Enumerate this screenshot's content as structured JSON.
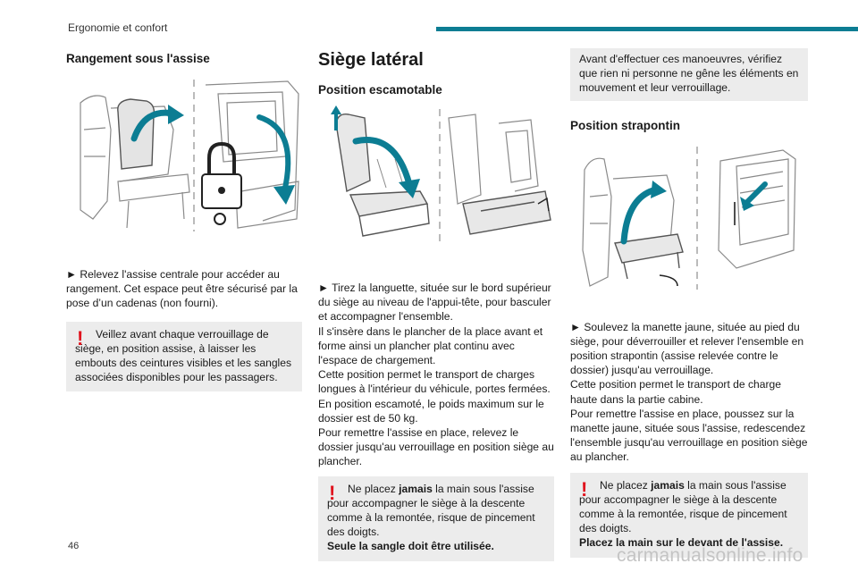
{
  "header": {
    "section": "Ergonomie et confort",
    "accent_color": "#0c7d93"
  },
  "col1": {
    "title": "Rangement sous l'assise",
    "para": "► Relevez l'assise centrale pour accéder au rangement. Cet espace peut être sécurisé par la pose d’un cadenas (non fourni).",
    "warning": "Veillez avant chaque verrouillage de siège, en position assise, à laisser les embouts des ceintures visibles et les sangles associées disponibles pour les passagers."
  },
  "col2": {
    "title": "Siège latéral",
    "subtitle": "Position escamotable",
    "para": "► Tirez la languette, située sur le bord supérieur du siège au niveau de l'appui-tête, pour basculer et accompagner l'ensemble.\nIl s'insère dans le plancher de la place avant et forme ainsi un plancher plat continu avec l'espace de chargement.\nCette position permet le transport de charges longues à l'intérieur du véhicule, portes fermées.\nEn position escamoté, le poids maximum sur le dossier est de 50 kg.\nPour remettre l'assise en place, relevez le dossier jusqu'au verrouillage en position siège au plancher.",
    "warning_pre": "Ne placez ",
    "warning_bold": "jamais",
    "warning_post": " la main sous l'assise pour accompagner le siège à la descente comme à la remontée, risque de pincement des doigts.",
    "warning_final": "Seule la sangle doit être utilisée."
  },
  "col3": {
    "note": "Avant d'effectuer ces manoeuvres, vérifiez que rien ni personne ne gêne les éléments en mouvement et leur verrouillage.",
    "subtitle": "Position strapontin",
    "para": "► Soulevez la manette jaune, située au pied du siège, pour déverrouiller et relever l'ensemble en position strapontin (assise relevée contre le dossier) jusqu'au verrouillage.\nCette position permet le transport de charge haute dans la partie cabine.\nPour remettre l'assise en place, poussez sur la manette jaune, située sous l'assise, redescendez l'ensemble jusqu'au verrouillage en position siège au plancher.",
    "warning_pre": "Ne placez ",
    "warning_bold": "jamais",
    "warning_post": " la main sous l'assise pour accompagner le siège à la descente comme à la remontée, risque de pincement des doigts.",
    "warning_final": "Placez la main sur le devant de l'assise."
  },
  "footer": {
    "page_number": "46",
    "watermark": "carmanualsonline.info"
  }
}
